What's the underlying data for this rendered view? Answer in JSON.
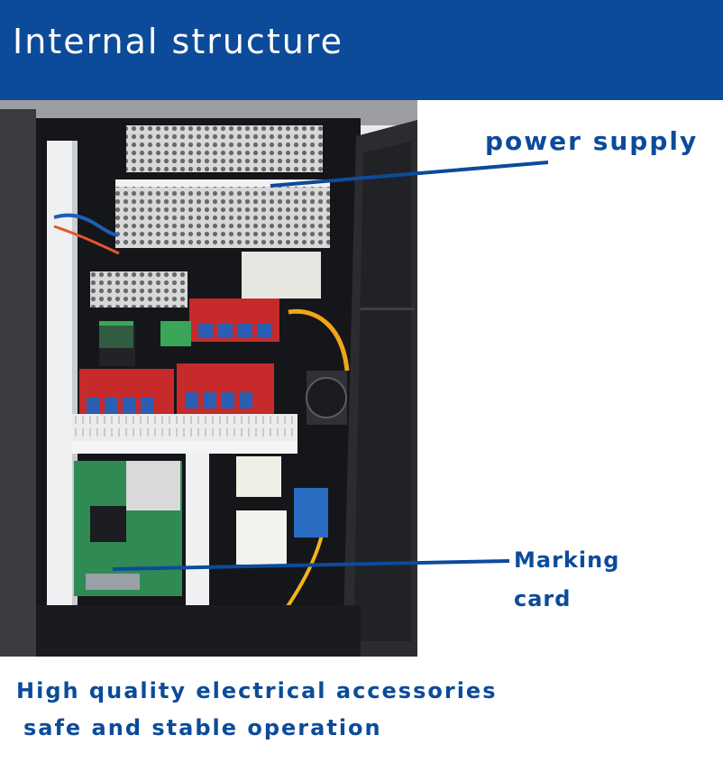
{
  "header": {
    "title": "Internal structure"
  },
  "labels": {
    "power_supply": "power supply",
    "marking_card_line1": "Marking",
    "marking_card_line2": "card"
  },
  "captions": {
    "line1": "High quality electrical accessories",
    "line2": "safe and stable operation"
  },
  "colors": {
    "brand_blue": "#0c4b9a"
  }
}
